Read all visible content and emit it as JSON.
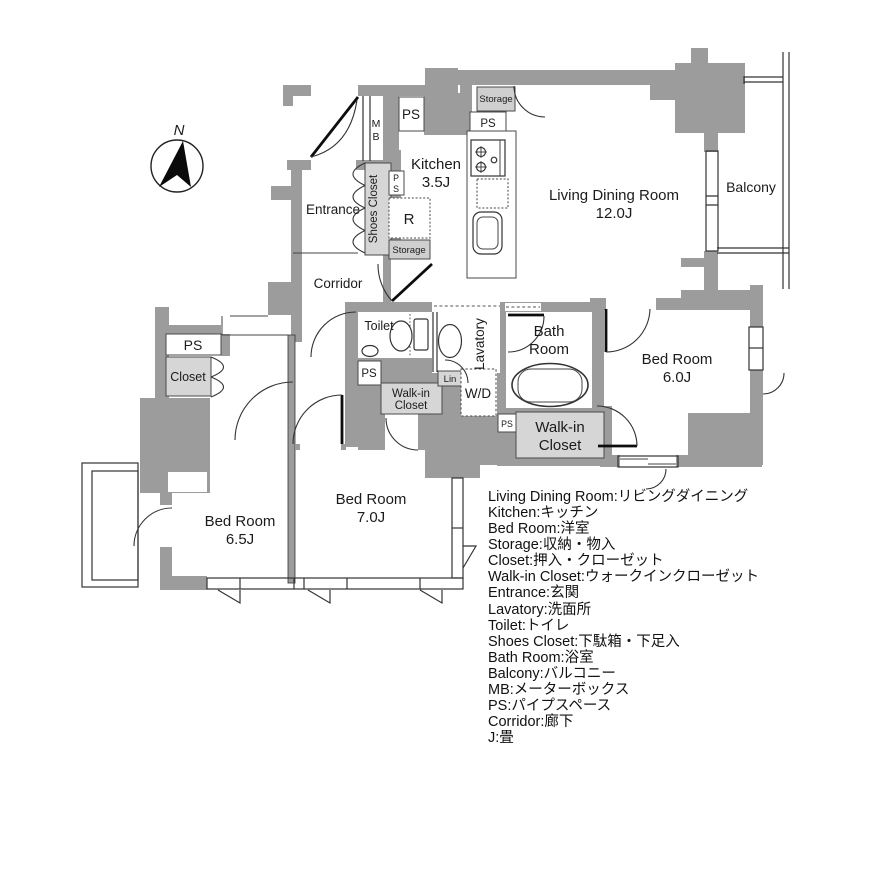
{
  "labels": {
    "north": "N",
    "living_dining_name": "Living Dining Room",
    "living_dining_size": "12.0J",
    "kitchen_name": "Kitchen",
    "kitchen_size": "3.5J",
    "balcony": "Balcony",
    "entrance": "Entrance",
    "corridor": "Corridor",
    "shoes_closet": "Shoes Closet",
    "toilet": "Toilet",
    "lavatory": "Lavatory",
    "bath_line1": "Bath",
    "bath_line2": "Room",
    "bedroom_east_name": "Bed Room",
    "bedroom_east_size": "6.0J",
    "bedroom_south_name": "Bed Room",
    "bedroom_south_size": "7.0J",
    "bedroom_west_name": "Bed Room",
    "bedroom_west_size": "6.5J",
    "walkin_line1": "Walk-in",
    "walkin_line2": "Closet",
    "closet": "Closet",
    "lin": "Lin",
    "wd": "W/D",
    "r": "R",
    "storage": "Storage",
    "ps": "PS",
    "p": "P",
    "s": "S",
    "m": "M",
    "b": "B"
  },
  "legend": {
    "items": [
      "Living Dining Room:リビングダイニング",
      "Kitchen:キッチン",
      "Bed Room:洋室",
      "Storage:収納・物入",
      "Closet:押入・クローゼット",
      "Walk-in Closet:ウォークインクローゼット",
      "Entrance:玄関",
      "Lavatory:洗面所",
      "Toilet:トイレ",
      "Shoes Closet:下駄箱・下足入",
      "Bath Room:浴室",
      "Balcony:バルコニー",
      "MB:メーターボックス",
      "PS:パイプスペース",
      "Corridor:廊下",
      "J:畳"
    ]
  },
  "colors": {
    "wall": "#9c9c9c",
    "closet_fill": "#d6d6d6",
    "line": "#333333",
    "background": "#ffffff"
  }
}
